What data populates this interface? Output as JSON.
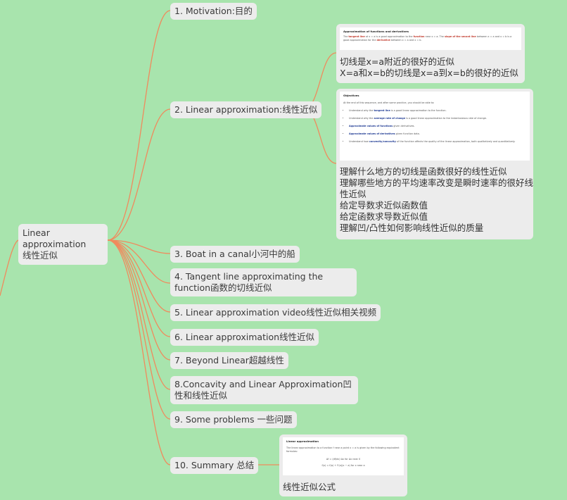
{
  "root": {
    "line1": "Linear approximation",
    "line2": "线性近似"
  },
  "topics": [
    {
      "label": "1. Motivation:目的"
    },
    {
      "label": "2. Linear approximation:线性近似"
    },
    {
      "label": "3. Boat in a canal小河中的船"
    },
    {
      "label": "4. Tangent line approximating the function函数的切线近似"
    },
    {
      "label": "5. Linear approximation video线性近似相关视频"
    },
    {
      "label": "6. Linear approximation线性近似"
    },
    {
      "label": "7. Beyond Linear超越线性"
    },
    {
      "label": "8.Concavity and Linear Approximation凹性和线性近似"
    },
    {
      "label": "9. Some problems 一些问题"
    },
    {
      "label": "10. Summary 总结"
    }
  ],
  "topic2_card1": {
    "paper_title": "Approximation of functions and derivatives",
    "paper_text_a": "The ",
    "paper_red1": "tangent line",
    "paper_text_b": " at x = a is a good approximation to the ",
    "paper_red2": "function",
    "paper_text_c": " near x = a. The ",
    "paper_red3": "slope of the secant line",
    "paper_text_d": " between x = a and x = b is a good approximation for the ",
    "paper_red4": "derivative",
    "paper_text_e": " between x = a and x = b.",
    "notes": [
      "切线是x=a附近的很好的近似",
      "X=a和x=b的切线是x=a到x=b的很好的近似"
    ]
  },
  "topic2_card2": {
    "paper_title": "Objectives",
    "paper_intro": "At the end of this sequence, and after some practice, you should be able to:",
    "paper_items": [
      {
        "pre": "Understand why the ",
        "bold": "tangent line",
        "post": " is a good linear approximation to the function."
      },
      {
        "pre": "Understand why the ",
        "bold": "average rate of change",
        "post": " is a good linear approximation to the instantaneous rate of change."
      },
      {
        "pre": "",
        "bold": "Approximate values of functions",
        "post": " given derivatives."
      },
      {
        "pre": "",
        "bold": "Approximate values of derivatives",
        "post": " given function data."
      },
      {
        "pre": "Understand how ",
        "bold": "convexity/concavity",
        "post": " of the function affects the quality of the linear approximation, both qualitatively and quantitatively."
      }
    ],
    "notes": [
      "理解什么地方的切线是函数很好的线性近似",
      "理解哪些地方的平均速率改变是瞬时速率的很好线",
      "性近似",
      "给定导数求近似函数值",
      "给定函数求导数近似值",
      "理解凹/凸性如何影响线性近似的质量"
    ]
  },
  "topic10_card": {
    "paper_title": "Linear approximation",
    "paper_text": "The linear approximation to a function f near a point x = a is given by the following equivalent formulas:",
    "formula1": "Δf ≈ (df/dx)·Δx    for Δx near 0",
    "formula2": "f(x) ≈ f(a) + f'(a)(x − a)    for x near a",
    "notes": [
      "线性近似公式"
    ]
  },
  "colors": {
    "background": "#a8e4ad",
    "link": "#f08a5d",
    "node": "#ececec"
  }
}
